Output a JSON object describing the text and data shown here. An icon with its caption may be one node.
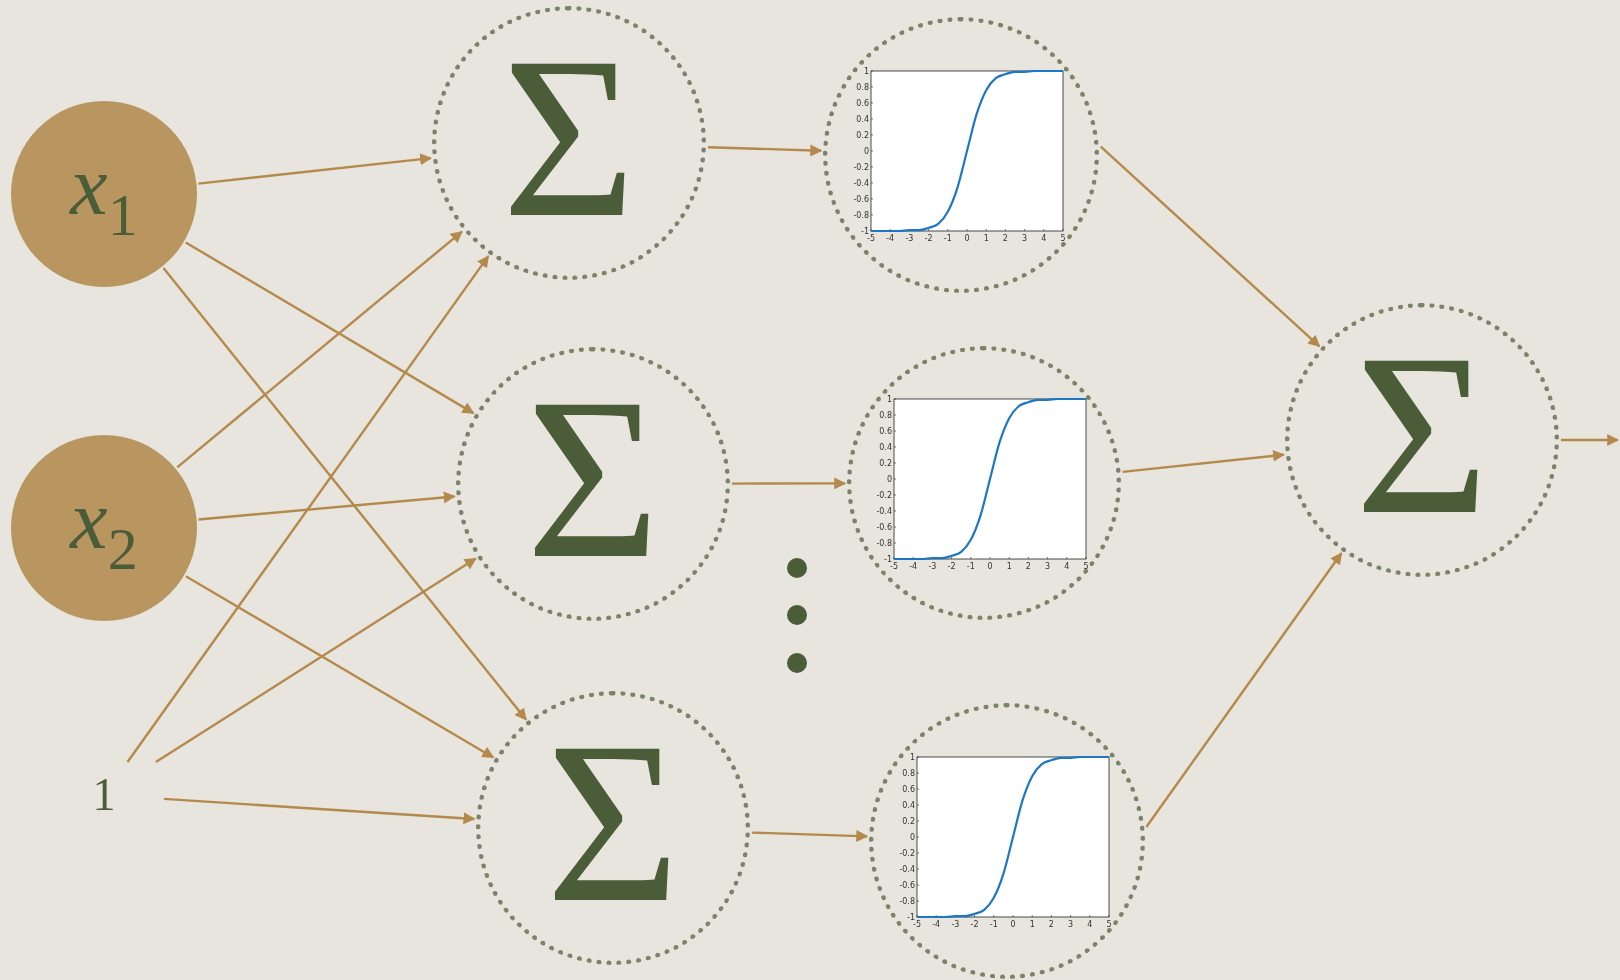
{
  "diagram": {
    "nodes": [
      {
        "text": [
          "*x*$_{1}$"
        ]
      },
      {
        "text": [
          "*x*$_{2}$"
        ]
      },
      {
        "text": [
          "1"
        ]
      },
      {
        "text": [
          "Σ"
        ]
      },
      {
        "text": [
          "Σ"
        ]
      },
      {
        "text": [
          "Σ"
        ]
      },
      {
        "text": [],
        "shape": "circle"
      },
      {
        "text": [],
        "shape": "circle"
      },
      {
        "text": [],
        "shape": "circle"
      },
      {
        "text": [
          "Σ"
        ]
      }
    ],
    "edges": [
      {
        "from": 0,
        "to": 3,
        "arrow": "to"
      },
      {
        "from": 0,
        "to": 4,
        "arrow": "to"
      },
      {
        "from": 0,
        "to": 5,
        "arrow": "to"
      },
      {
        "from": 1,
        "to": 3,
        "arrow": "to"
      },
      {
        "from": 1,
        "to": 4,
        "arrow": "to"
      },
      {
        "from": 1,
        "to": 5,
        "arrow": "to"
      },
      {
        "from": 2,
        "to": 3,
        "arrow": "to"
      },
      {
        "from": 2,
        "to": 4,
        "arrow": "to"
      },
      {
        "from": 2,
        "to": 5,
        "arrow": "to"
      },
      {
        "from": 3,
        "to": 6,
        "arrow": "to"
      },
      {
        "from": 4,
        "to": 7,
        "arrow": "to"
      },
      {
        "from": 5,
        "to": 8,
        "arrow": "to"
      },
      {
        "from": 6,
        "to": 9,
        "arrow": "to"
      },
      {
        "from": 7,
        "to": 9,
        "arrow": "to"
      },
      {
        "from": 8,
        "to": 9,
        "arrow": "to"
      },
      {
        "from": 9,
        "to": null,
        "arrow": "to"
      }
    ],
    "chart_data": [
      {
        "type": "line",
        "x": [
          -5,
          -4.5,
          -4,
          -3.5,
          -3,
          -2.5,
          -2,
          -1.5,
          -1,
          -0.5,
          0,
          0.5,
          1,
          1.5,
          2,
          2.5,
          3,
          3.5,
          4,
          4.5,
          5
        ],
        "series": [
          {
            "color": "#1f77c4",
            "values": [
              -1,
              -1,
              -1,
              -1,
              -0.99,
              -0.99,
              -0.96,
              -0.91,
              -0.76,
              -0.46,
              0,
              0.46,
              0.76,
              0.91,
              0.96,
              0.99,
              0.99,
              1,
              1,
              1,
              1
            ]
          }
        ],
        "xlim": [
          -5,
          5
        ],
        "ylim": [
          -1,
          1
        ],
        "xticks": [
          -5,
          -4,
          -3,
          -2,
          -1,
          0,
          1,
          2,
          3,
          4,
          5
        ],
        "yticks": [
          -1,
          -0.8,
          -0.6,
          -0.4,
          -0.2,
          0,
          0.2,
          0.4,
          0.6,
          0.8,
          1
        ]
      },
      {
        "type": "line",
        "x": [
          -5,
          -4.5,
          -4,
          -3.5,
          -3,
          -2.5,
          -2,
          -1.5,
          -1,
          -0.5,
          0,
          0.5,
          1,
          1.5,
          2,
          2.5,
          3,
          3.5,
          4,
          4.5,
          5
        ],
        "series": [
          {
            "color": "#1f77c4",
            "values": [
              -1,
              -1,
              -1,
              -1,
              -0.99,
              -0.99,
              -0.96,
              -0.91,
              -0.76,
              -0.46,
              0,
              0.46,
              0.76,
              0.91,
              0.96,
              0.99,
              0.99,
              1,
              1,
              1,
              1
            ]
          }
        ],
        "xlim": [
          -5,
          5
        ],
        "ylim": [
          -1,
          1
        ],
        "xticks": [
          -5,
          -4,
          -3,
          -2,
          -1,
          0,
          1,
          2,
          3,
          4,
          5
        ],
        "yticks": [
          -1,
          -0.8,
          -0.6,
          -0.4,
          -0.2,
          0,
          0.2,
          0.4,
          0.6,
          0.8,
          1
        ]
      },
      {
        "type": "line",
        "x": [
          -5,
          -4.5,
          -4,
          -3.5,
          -3,
          -2.5,
          -2,
          -1.5,
          -1,
          -0.5,
          0,
          0.5,
          1,
          1.5,
          2,
          2.5,
          3,
          3.5,
          4,
          4.5,
          5
        ],
        "series": [
          {
            "color": "#1f77c4",
            "values": [
              -1,
              -1,
              -1,
              -1,
              -0.99,
              -0.99,
              -0.96,
              -0.91,
              -0.76,
              -0.46,
              0,
              0.46,
              0.76,
              0.91,
              0.96,
              0.99,
              0.99,
              1,
              1,
              1,
              1
            ]
          }
        ],
        "xlim": [
          -5,
          5
        ],
        "ylim": [
          -1,
          1
        ],
        "xticks": [
          -5,
          -4,
          -3,
          -2,
          -1,
          0,
          1,
          2,
          3,
          4,
          5
        ],
        "yticks": [
          -1,
          -0.8,
          -0.6,
          -0.4,
          -0.2,
          0,
          0.2,
          0.4,
          0.6,
          0.8,
          1
        ]
      }
    ]
  }
}
